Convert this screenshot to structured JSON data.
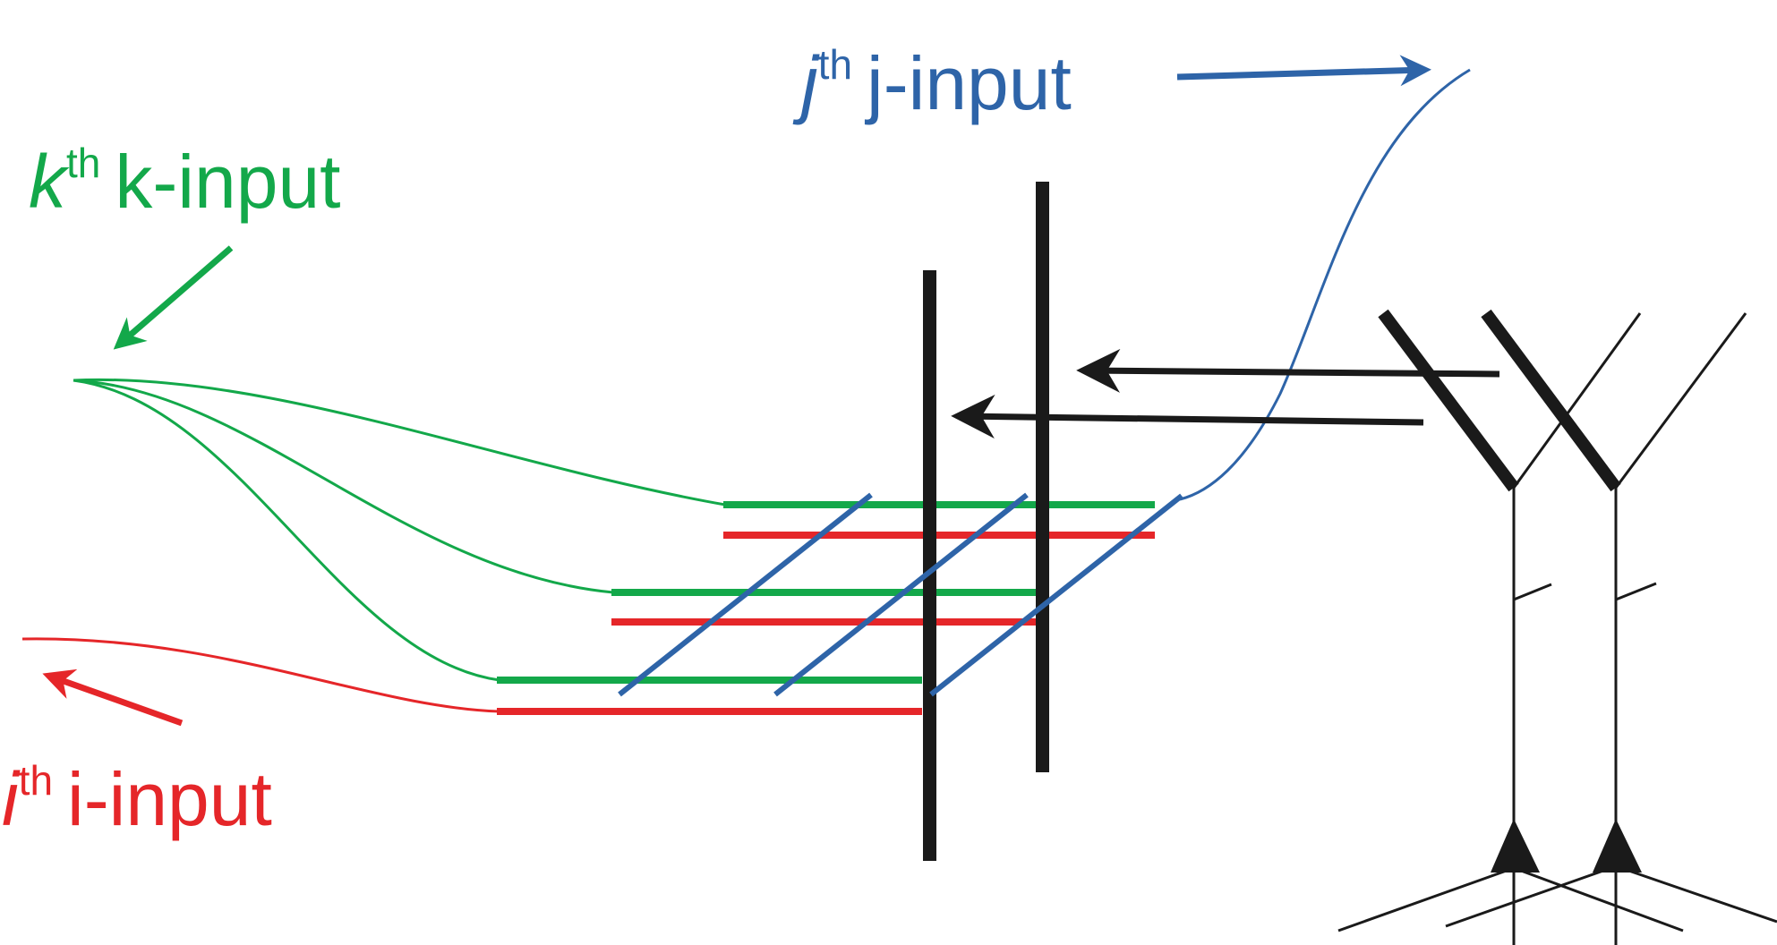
{
  "labels": {
    "j": {
      "index": "j",
      "sup": "th",
      "text": "j-input"
    },
    "k": {
      "index": "k",
      "sup": "th",
      "text": "k-input"
    },
    "i": {
      "index": "i",
      "sup": "th",
      "text": "i-input"
    }
  },
  "colors": {
    "i_input": "#e52629",
    "j_input": "#2e64a8",
    "k_input": "#13a84a",
    "neuron": "#1a1a1a"
  }
}
